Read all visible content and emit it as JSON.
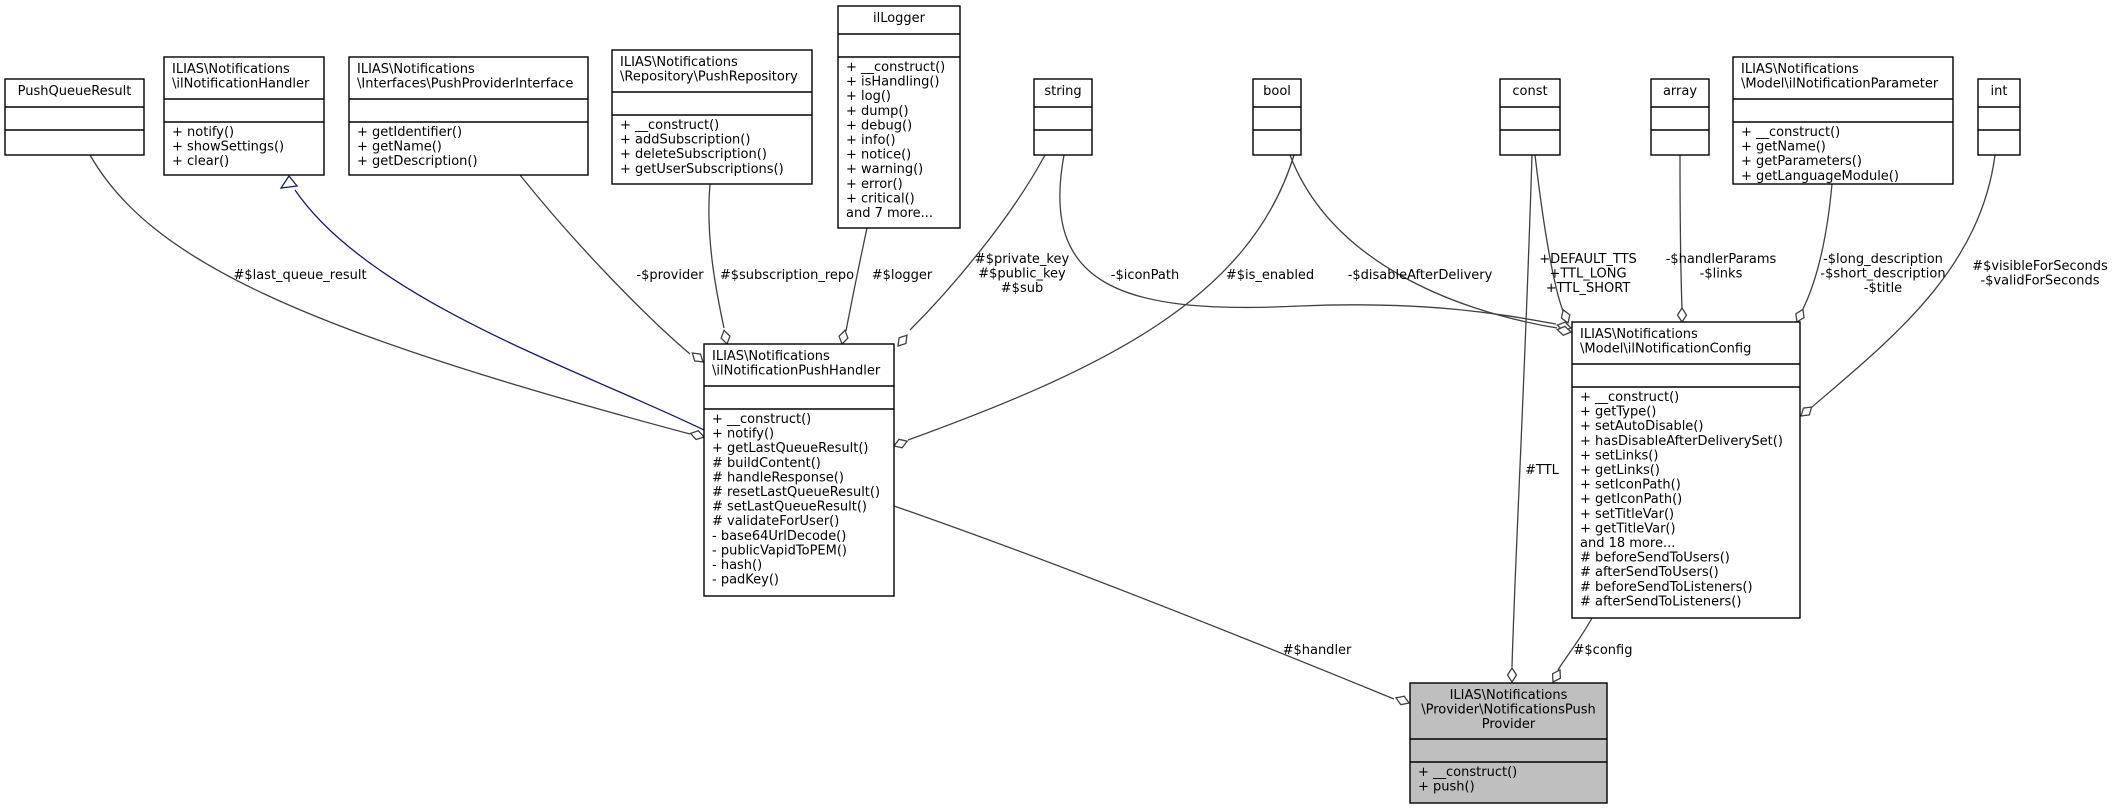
{
  "colors": {
    "edge": "#404040",
    "inheritance": "#191970",
    "focus_fill": "#bfbfbf"
  },
  "classes": {
    "push_queue_result": {
      "title": [
        "PushQueueResult"
      ],
      "methods": []
    },
    "il_notification_handler": {
      "title": [
        "ILIAS\\Notifications",
        "\\ilNotificationHandler"
      ],
      "methods": [
        "+ notify()",
        "+ showSettings()",
        "+ clear()"
      ]
    },
    "push_provider_interface": {
      "title": [
        "ILIAS\\Notifications",
        "\\Interfaces\\PushProviderInterface"
      ],
      "methods": [
        "+ getIdentifier()",
        "+ getName()",
        "+ getDescription()"
      ]
    },
    "push_repository": {
      "title": [
        "ILIAS\\Notifications",
        "\\Repository\\PushRepository"
      ],
      "methods": [
        "+ __construct()",
        "+ addSubscription()",
        "+ deleteSubscription()",
        "+ getUserSubscriptions()"
      ]
    },
    "il_logger": {
      "title": [
        "ilLogger"
      ],
      "methods": [
        "+ __construct()",
        "+ isHandling()",
        "+ log()",
        "+ dump()",
        "+ debug()",
        "+ info()",
        "+ notice()",
        "+ warning()",
        "+ error()",
        "+ critical()",
        "and 7 more..."
      ]
    },
    "string_type": {
      "title": [
        "string"
      ],
      "methods": []
    },
    "bool_type": {
      "title": [
        "bool"
      ],
      "methods": []
    },
    "const_type": {
      "title": [
        "const"
      ],
      "methods": []
    },
    "array_type": {
      "title": [
        "array"
      ],
      "methods": []
    },
    "il_notification_parameter": {
      "title": [
        "ILIAS\\Notifications",
        "\\Model\\ilNotificationParameter"
      ],
      "methods": [
        "+ __construct()",
        "+ getName()",
        "+ getParameters()",
        "+ getLanguageModule()"
      ]
    },
    "int_type": {
      "title": [
        "int"
      ],
      "methods": []
    },
    "push_handler": {
      "title": [
        "ILIAS\\Notifications",
        "\\ilNotificationPushHandler"
      ],
      "methods": [
        "+ __construct()",
        "+ notify()",
        "+ getLastQueueResult()",
        "# buildContent()",
        "# handleResponse()",
        "# resetLastQueueResult()",
        "# setLastQueueResult()",
        "# validateForUser()",
        "- base64UrlDecode()",
        "- publicVapidToPEM()",
        "- hash()",
        "- padKey()"
      ]
    },
    "notification_config": {
      "title": [
        "ILIAS\\Notifications",
        "\\Model\\ilNotificationConfig"
      ],
      "methods": [
        "+ __construct()",
        "+ getType()",
        "+ setAutoDisable()",
        "+ hasDisableAfterDeliverySet()",
        "+ setLinks()",
        "+ getLinks()",
        "+ setIconPath()",
        "+ getIconPath()",
        "+ setTitleVar()",
        "+ getTitleVar()",
        "and 18 more...",
        "# beforeSendToUsers()",
        "# afterSendToUsers()",
        "# beforeSendToListeners()",
        "# afterSendToListeners()"
      ]
    },
    "push_provider": {
      "title": [
        "ILIAS\\Notifications",
        "\\Provider\\NotificationsPush",
        "Provider"
      ],
      "methods": [
        "+ __construct()",
        "+ push()"
      ]
    }
  },
  "edge_labels": {
    "last_queue_result": [
      "#$last_queue_result"
    ],
    "provider": [
      "-$provider"
    ],
    "subscription_repo": [
      "#$subscription_repo"
    ],
    "logger": [
      "#$logger"
    ],
    "keys": [
      "#$private_key",
      "#$public_key",
      "#$sub"
    ],
    "icon_path": [
      "-$iconPath"
    ],
    "is_enabled": [
      "#$is_enabled"
    ],
    "disable_after_delivery": [
      "-$disableAfterDelivery"
    ],
    "ttl_consts": [
      "+DEFAULT_TTS",
      "+TTL_LONG",
      "+TTL_SHORT"
    ],
    "handler_params": [
      "-$handlerParams",
      "-$links"
    ],
    "descriptions": [
      "-$long_description",
      "-$short_description",
      "-$title"
    ],
    "visible_valid": [
      "#$visibleForSeconds",
      "-$validForSeconds"
    ],
    "ttl": [
      "#TTL"
    ],
    "handler": [
      "#$handler"
    ],
    "config": [
      "#$config"
    ]
  }
}
